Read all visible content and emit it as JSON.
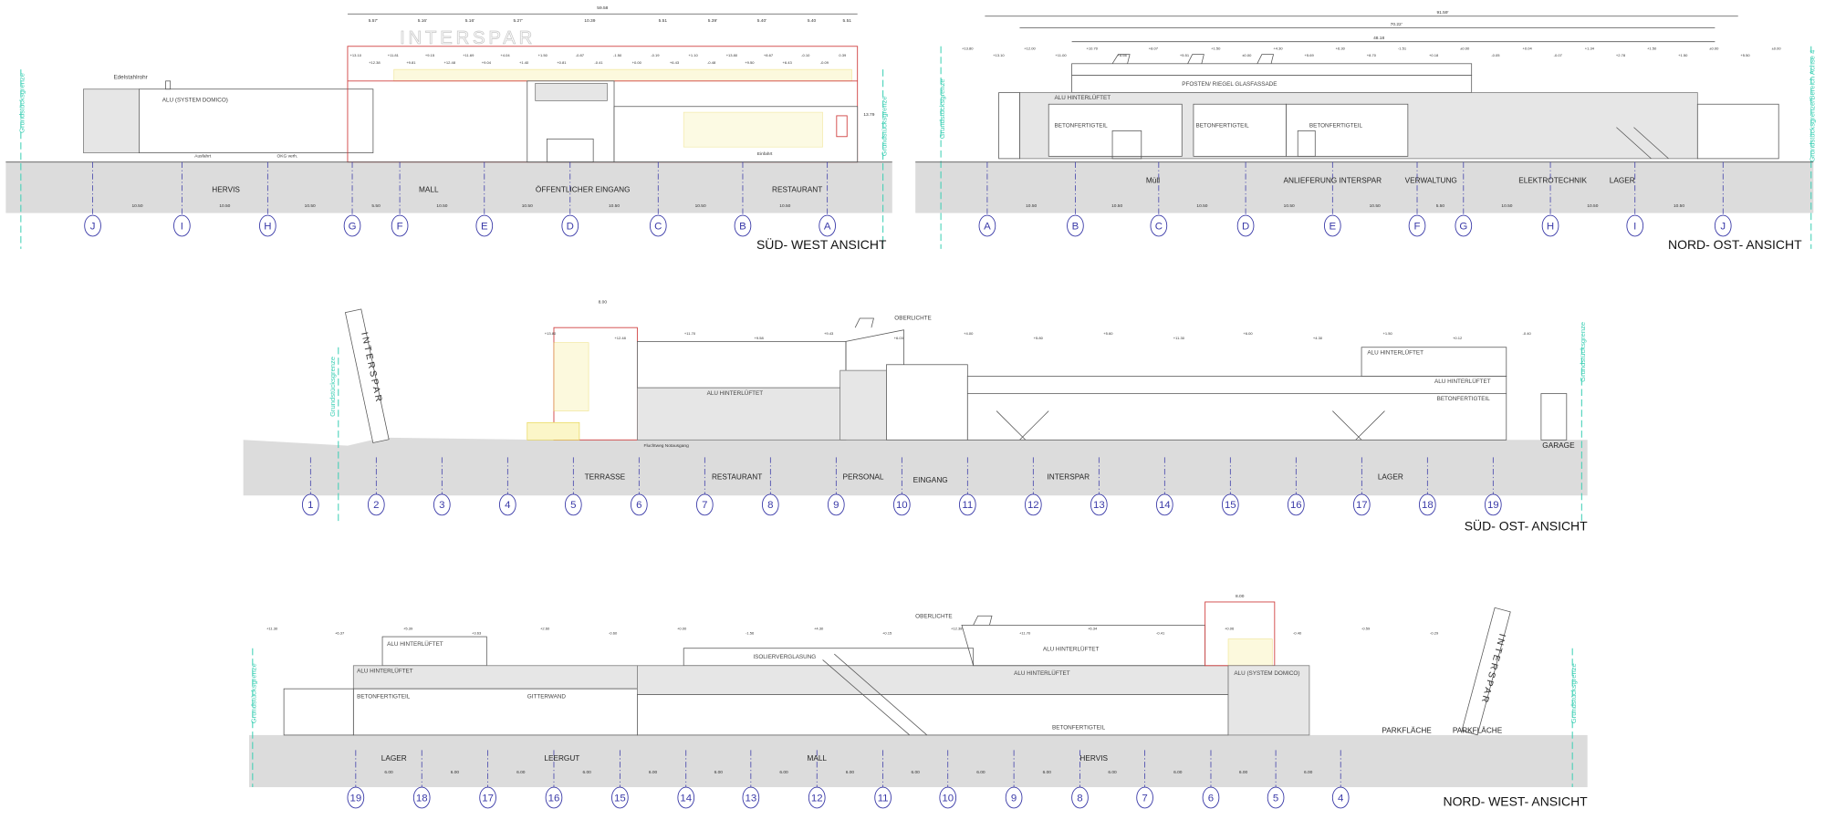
{
  "views": [
    {
      "id": "sw",
      "title": "SÜD- WEST  ANSICHT",
      "axes": [
        "J",
        "I",
        "H",
        "G",
        "F",
        "E",
        "D",
        "C",
        "B",
        "A"
      ],
      "axis_spacing": [
        "10.50",
        "10.50",
        "10.50",
        "5.50",
        "10.50",
        "10.50",
        "10.50",
        "10.50",
        "10.50"
      ],
      "rooms": [
        "HERVIS",
        "MALL",
        "ÖFFENTLICHER EINGANG",
        "RESTAURANT"
      ],
      "top_dimension_total": "59.58",
      "top_dimensions": [
        "5.57'",
        "5.16'",
        "5.16'",
        "5.27'",
        "10.39",
        "5.51",
        "5.39'",
        "5.40'",
        "5.40",
        "5.51"
      ],
      "labels": {
        "material": "ALU (SYSTEM DOMICO)",
        "pipe": "Edelstahlrohr",
        "logo": "INTERSPAR",
        "ausfahrt": "Ausfahrt",
        "einfahrt": "Einfahrt",
        "okg": "OKG verh.",
        "height": "13.79"
      },
      "levels": [
        "+13.10",
        "+12.38",
        "+11.81",
        "+9.81",
        "+9.15",
        "+12.48",
        "+11.69",
        "+9.04",
        "+4.04",
        "+1.40",
        "+1.50",
        "+0.81",
        "-0.87",
        "-0.41",
        "-1.50",
        "+0.00",
        "-0.19",
        "+6.43",
        "+1.10",
        "-0.48",
        "+13.80",
        "+9.50",
        "+8.67",
        "+6.43",
        "-0.10",
        "-0.09",
        "0.39"
      ]
    },
    {
      "id": "no",
      "title": "NORD- OST- ANSICHT",
      "axes": [
        "A",
        "B",
        "C",
        "D",
        "E",
        "F",
        "G",
        "H",
        "I",
        "J"
      ],
      "axis_spacing": [
        "10.50",
        "10.50",
        "10.50",
        "10.50",
        "10.50",
        "5.50",
        "10.50",
        "10.50",
        "10.50"
      ],
      "rooms": [
        "Müll",
        "ANLIEFERUNG INTERSPAR",
        "VERWALTUNG",
        "ELEKTROTECHNIK",
        "LAGER"
      ],
      "top_dimensions": [
        "91.59'",
        "70.22'",
        "48.18"
      ],
      "labels": {
        "glass": "PFOSTEN/ RIEGEL GLASFASSADE",
        "alu": "ALU  HINTERLÜFTET",
        "beton": "BETONFERTIGTEIL"
      },
      "levels": [
        "+13.80",
        "+13.10",
        "+12.00",
        "+11.00",
        "+10.70",
        "+8.66",
        "+8.07",
        "+5.51",
        "+1.50",
        "±0.00",
        "+4.30",
        "+5.69",
        "+6.30",
        "+8.70",
        "-1.51",
        "+0.18",
        "±0.00",
        "-0.05",
        "+0.04",
        "-0.07",
        "+1.34",
        "+2.78",
        "+1.50",
        "+1.50",
        "±0.00",
        "+5.50",
        "±0.00"
      ]
    },
    {
      "id": "so",
      "title": "SÜD- OST- ANSICHT",
      "axes": [
        "1",
        "2",
        "3",
        "4",
        "5",
        "6",
        "7",
        "8",
        "9",
        "10",
        "11",
        "12",
        "13",
        "14",
        "15",
        "16",
        "17",
        "18",
        "19"
      ],
      "rooms": [
        "TERRASSE",
        "RESTAURANT",
        "PERSONAL",
        "EINGANG",
        "INTERSPAR",
        "LAGER",
        "GARAGE"
      ],
      "labels": {
        "oberlichte": "OBERLICHTE",
        "alu": "ALU  HINTERLÜFTET",
        "beton": "BETONFERTIGTEIL",
        "logo": "INTERSPAR",
        "dim": "8.00",
        "fluchtweg": "Fluchtweg Notausgang"
      },
      "levels": [
        "+13.80",
        "+12.48",
        "+11.70",
        "+9.58",
        "+9.43",
        "+6.03",
        "+4.00",
        "+5.80",
        "+5.60",
        "+11.30",
        "+6.00",
        "+4.30",
        "+1.50",
        "+0.12",
        "-0.40"
      ]
    },
    {
      "id": "nw",
      "title": "NORD- WEST- ANSICHT",
      "axes": [
        "19",
        "18",
        "17",
        "16",
        "15",
        "14",
        "13",
        "12",
        "11",
        "10",
        "9",
        "8",
        "7",
        "6",
        "5",
        "4"
      ],
      "axis_spacing": [
        "6.00",
        "6.00",
        "6.00",
        "6.00",
        "6.00",
        "6.00",
        "6.00",
        "6.00",
        "6.00",
        "6.00",
        "6.00",
        "6.00",
        "6.00",
        "6.00",
        "6.00"
      ],
      "rooms": [
        "LAGER",
        "LEERGUT",
        "MALL",
        "HERVIS",
        "PARKFLÄCHE",
        "PARKFLÄCHE"
      ],
      "labels": {
        "oberlichte": "OBERLICHTE",
        "alu": "ALU  HINTERLÜFTET",
        "beton": "BETONFERTIGTEIL",
        "gitter": "GITTERWAND",
        "isolier": "ISOLIERVERGLASUNG",
        "domico": "ALU (SYSTEM DOMICO)",
        "logo": "INTERSPAR",
        "dim": "8.00"
      },
      "levels": [
        "+11.30",
        "+6.37",
        "+5.39",
        "+3.63",
        "+2.60",
        "-0.60",
        "+0.00",
        "-1.56",
        "+4.30",
        "+0.15",
        "+12.38",
        "+11.70",
        "+6.34",
        "-0.41",
        "+0.06",
        "-0.40",
        "-0.59",
        "-0.29"
      ]
    }
  ],
  "boundary_label": "Grundstücksgrenze",
  "boundary_label_alt": "Grundstücksgrenze/Bereich Achse 4"
}
